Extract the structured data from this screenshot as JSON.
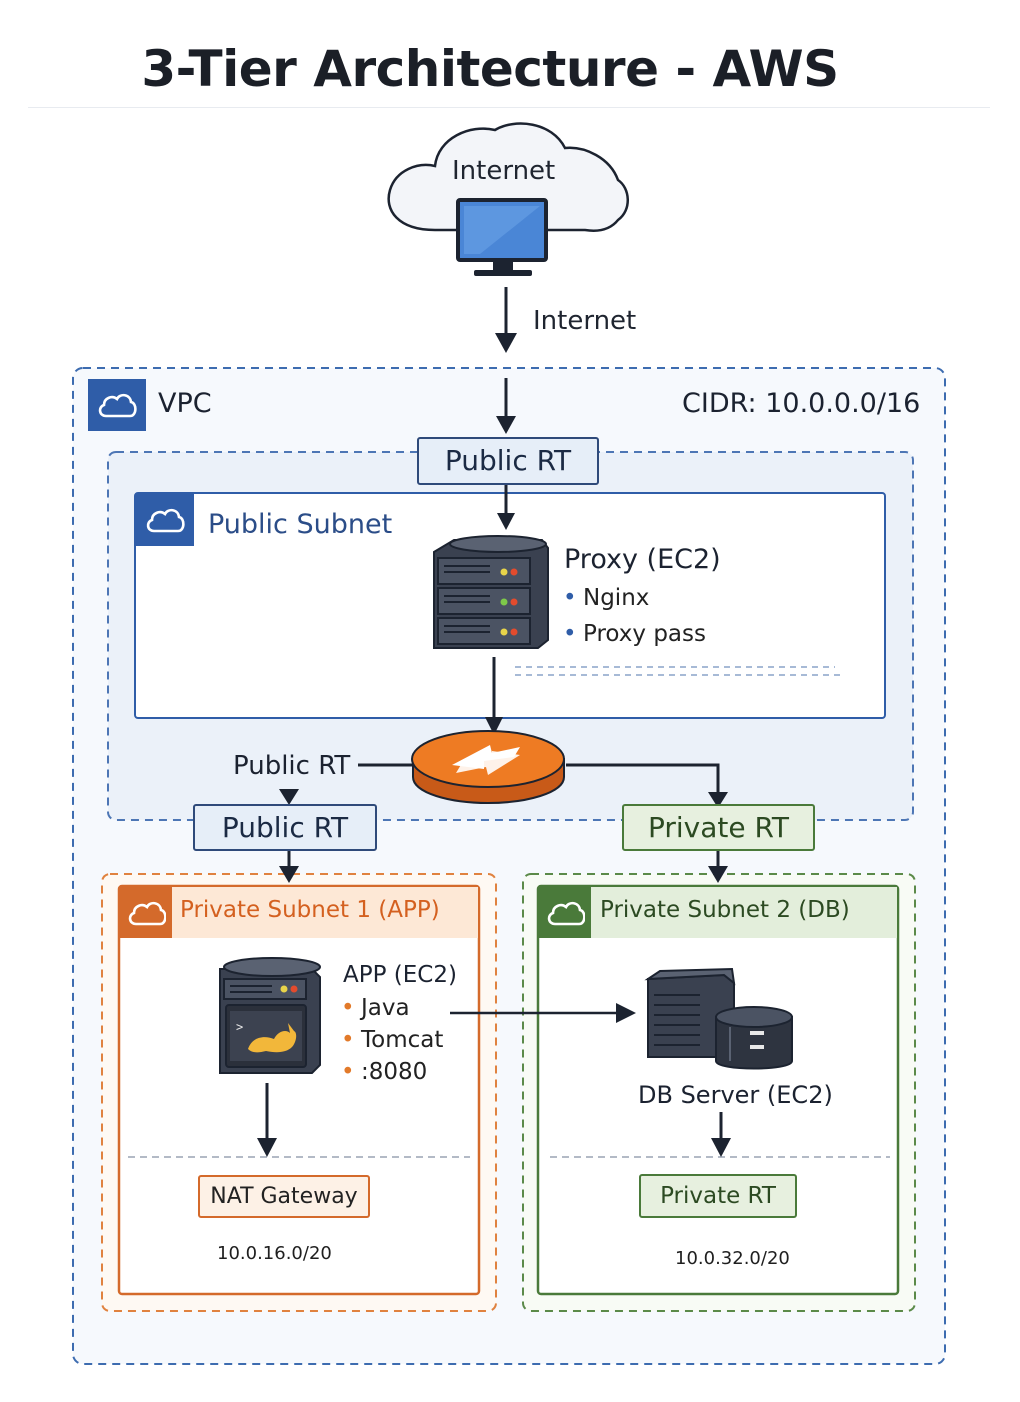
{
  "title": "3-Tier Architecture - AWS",
  "internet": {
    "cloud_label": "Internet",
    "arrow_label": "Internet"
  },
  "vpc": {
    "label": "VPC",
    "cidr": "CIDR: 10.0.0.0/16"
  },
  "public_rt_top": {
    "label": "Public RT"
  },
  "public_subnet": {
    "label": "Public Subnet",
    "proxy": {
      "title": "Proxy (EC2)",
      "items": [
        "Nginx",
        "Proxy pass"
      ]
    }
  },
  "router": {
    "left_label": "Public RT"
  },
  "public_rt_left": {
    "label": "Public RT"
  },
  "private_rt_right": {
    "label": "Private RT"
  },
  "app_subnet": {
    "label": "Private Subnet 1 (APP)",
    "app": {
      "title": "APP (EC2)",
      "items": [
        "Java",
        "Tomcat",
        ":8080"
      ]
    },
    "nat_label": "NAT Gateway",
    "cidr": "10.0.16.0/20"
  },
  "db_subnet": {
    "label": "Private Subnet 2 (DB)",
    "db_label": "DB Server (EC2)",
    "rt_label": "Private RT",
    "cidr": "10.0.32.0/20"
  },
  "colors": {
    "vpc_blue": "#2f5da8",
    "app_orange": "#d46a2b",
    "db_green": "#4a7a3a",
    "router_orange": "#e8731f"
  }
}
